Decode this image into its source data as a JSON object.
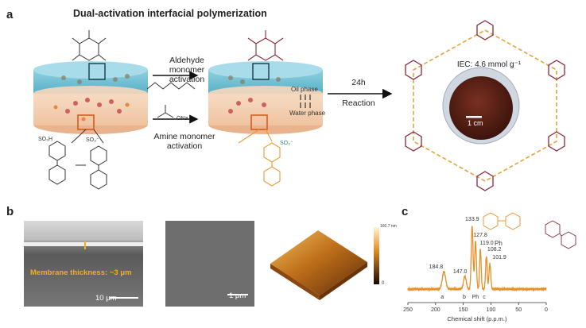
{
  "panel_a": {
    "letter": "a",
    "title": "Dual-activation interfacial polymerization",
    "aldehyde_activation": "Aldehyde monomer\nactivation",
    "amine_activation": "Amine monomer\nactivation",
    "oil_phase": "Oil phase",
    "water_phase": "Water phase",
    "reaction_time": "24h",
    "reaction": "Reaction",
    "iec": "IEC: 4.6 mmol g⁻¹",
    "scale": "1 cm",
    "formate_group": "ONa",
    "sulfonate_h": "SO₃H",
    "sulfonate": "SO₃⁻"
  },
  "panel_b": {
    "letter": "b",
    "thickness": "Membrane thickness: ~3 μm",
    "scale1": "10 μm",
    "scale2": "1 μm",
    "afm_top": "160.7 nm",
    "afm_bottom": "0"
  },
  "panel_c": {
    "letter": "c",
    "chart_data": {
      "type": "line",
      "xlabel": "Chemical shift (p.p.m.)",
      "x_ticks": [
        "250",
        "200",
        "150",
        "100",
        "50",
        "0"
      ],
      "xlim": [
        250,
        0
      ],
      "peaks": [
        {
          "x": 184.8,
          "label": "184.8"
        },
        {
          "x": 147.0,
          "label": "147.0"
        },
        {
          "x": 133.9,
          "label": "133.9"
        },
        {
          "x": 127.8,
          "label": "127.8"
        },
        {
          "x": 119.0,
          "label": "119.0"
        },
        {
          "x": 108.2,
          "label": "108.2"
        },
        {
          "x": 101.9,
          "label": "101.9"
        }
      ],
      "assignments": [
        "a",
        "b",
        "Ph",
        "c"
      ],
      "structure_label": "Ph"
    }
  }
}
